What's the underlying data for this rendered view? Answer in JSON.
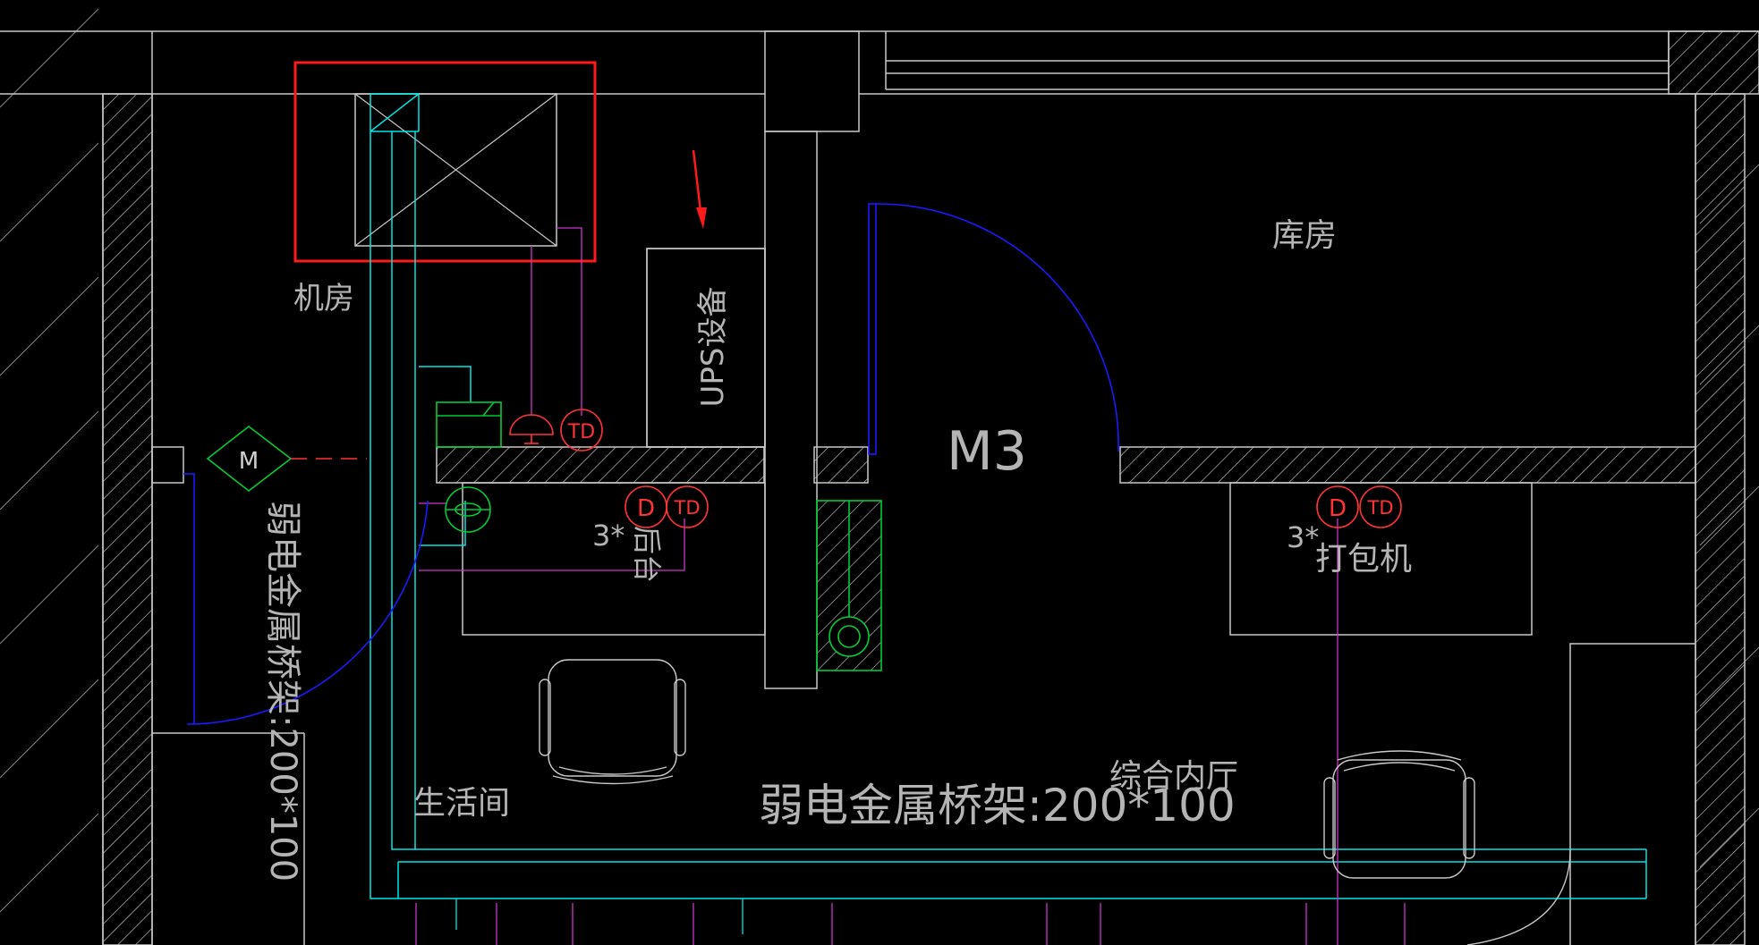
{
  "drawing": {
    "background": "#000000",
    "colors": {
      "wall": "#c8c8c8",
      "tray": "#00e5e5",
      "signal": "#cc33cc",
      "door": "#1a1aff",
      "equipment_green": "#00cc33",
      "outlet_red": "#ff3333",
      "highlight": "#ff1a1a",
      "text": "#b4b4b4"
    },
    "rooms": {
      "machine_room": "机房",
      "storage": "库房",
      "living_room": "生活间",
      "hall": "综合内厅"
    },
    "equipment": {
      "ups": "UPS设备",
      "door_tag": "M3",
      "count_left": "3*",
      "name_left": "后台",
      "count_right": "3*",
      "name_right": "打包机"
    },
    "trays": {
      "vertical_label": "弱电金属桥架:200*100",
      "horizontal_label": "弱电金属桥架:200*100"
    },
    "symbols": {
      "motor": "M",
      "data_outlet": "D",
      "tel_data_outlet": "TD"
    }
  }
}
